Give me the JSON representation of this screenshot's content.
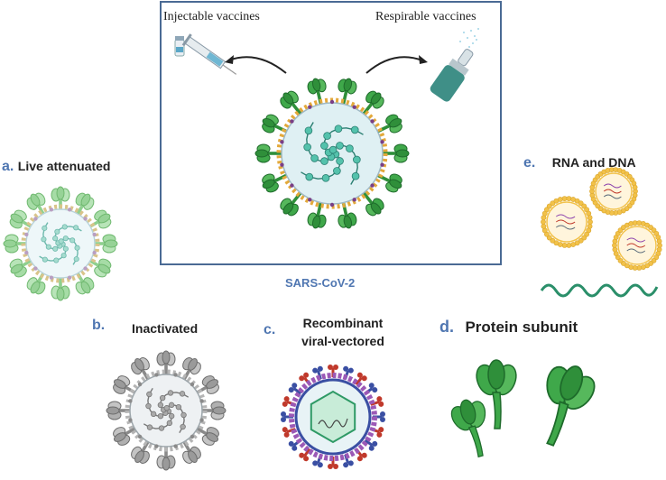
{
  "center": {
    "injectable_label": "Injectable vaccines",
    "respirable_label": "Respirable vaccines",
    "virus_label": "SARS-CoV-2"
  },
  "panels": {
    "a": {
      "letter": "a.",
      "title": "Live attenuated"
    },
    "b": {
      "letter": "b.",
      "title": "Inactivated"
    },
    "c": {
      "letter": "c.",
      "title_line1": "Recombinant",
      "title_line2": "viral-vectored"
    },
    "d": {
      "letter": "d.",
      "title": "Protein subunit"
    },
    "e": {
      "letter": "e.",
      "title": "RNA and DNA"
    }
  },
  "colors": {
    "accent_blue": "#4f76b1",
    "box_border": "#4a6a94",
    "spike_green": "#3fa84a",
    "spike_dark": "#1e6b2b",
    "rna_teal": "#2b8f80",
    "lipid_yellow": "#f2c24a"
  }
}
